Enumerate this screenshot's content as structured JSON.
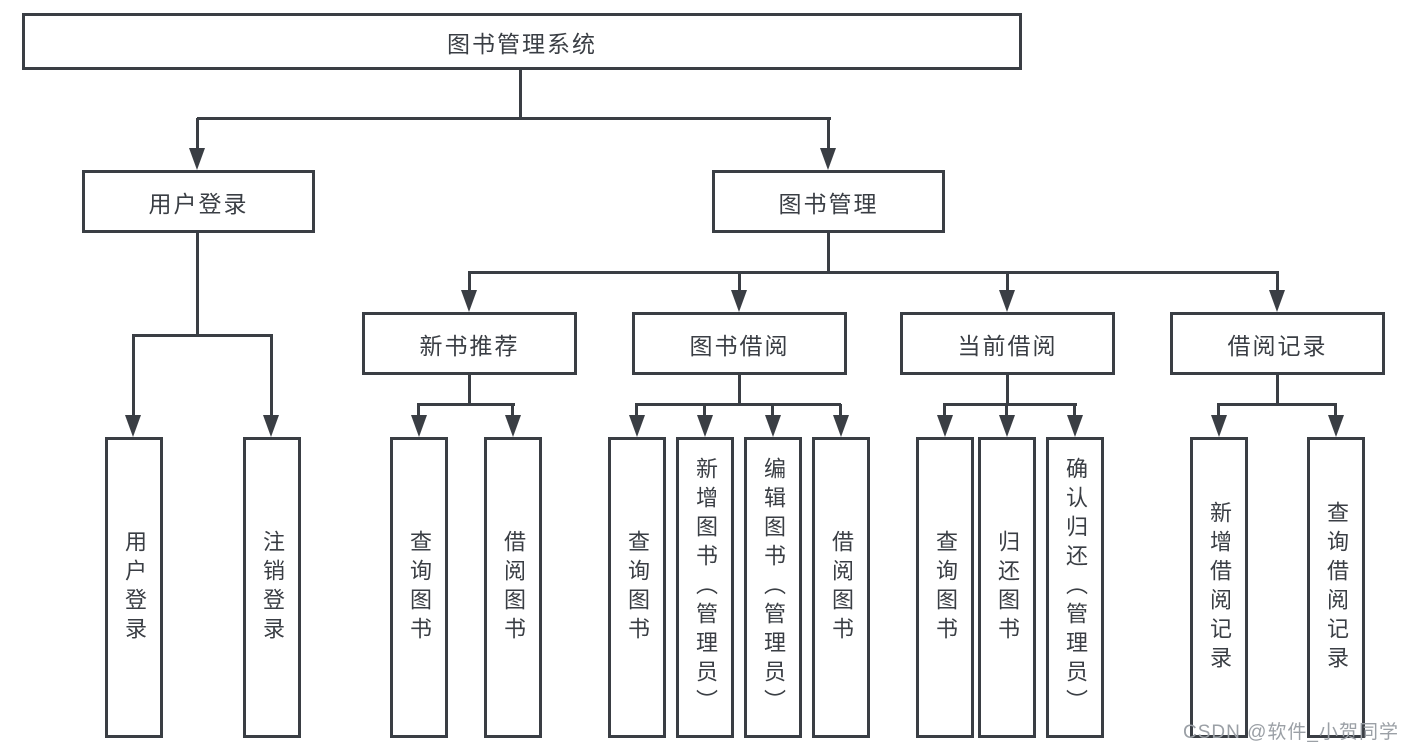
{
  "diagram": {
    "title": "图书管理系统",
    "level2": [
      {
        "label": "用户登录",
        "leaves": [
          "用户登录",
          "注销登录"
        ]
      },
      {
        "label": "图书管理"
      }
    ],
    "level3": [
      {
        "label": "新书推荐",
        "leaves": [
          "查询图书",
          "借阅图书"
        ]
      },
      {
        "label": "图书借阅",
        "leaves": [
          "查询图书",
          "新增图书（管理员）",
          "编辑图书（管理员）",
          "借阅图书"
        ]
      },
      {
        "label": "当前借阅",
        "leaves": [
          "查询图书",
          "归还图书",
          "确认归还（管理员）"
        ]
      },
      {
        "label": "借阅记录",
        "leaves": [
          "新增借阅记录",
          "查询借阅记录"
        ]
      }
    ]
  },
  "watermark": "CSDN @软件_小贺同学",
  "colors": {
    "line": "#3a3e44",
    "box_fill": "#ffffff",
    "text": "#3a3e44",
    "watermark": "#9ba0a6",
    "background": "#ffffff"
  }
}
